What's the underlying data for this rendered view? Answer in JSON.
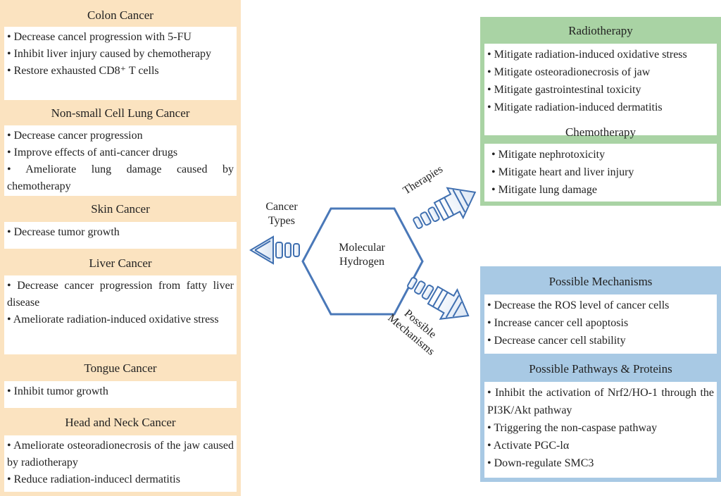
{
  "left": {
    "sections": [
      {
        "title": "Colon Cancer",
        "items": [
          "• Decrease cancel progression with 5-FU",
          "• Inhibit liver injury caused by chemotherapy",
          "• Restore exhausted CD8⁺ T cells"
        ]
      },
      {
        "title": "Non-small Cell Lung Cancer",
        "items": [
          "• Decrease cancer progression",
          "• Improve effects of anti-cancer drugs",
          "• Ameliorate lung damage caused by chemotherapy"
        ]
      },
      {
        "title": "Skin Cancer",
        "items": [
          "• Decrease tumor growth"
        ]
      },
      {
        "title": "Liver Cancer",
        "items": [
          "• Decrease cancer progression from fatty liver disease",
          "• Ameliorate radiation-induced oxidative stress"
        ]
      },
      {
        "title": "Tongue Cancer",
        "items": [
          "• Inhibit tumor growth"
        ]
      },
      {
        "title": "Head and Neck Cancer",
        "items": [
          "• Ameliorate osteoradionecrosis of the jaw caused by radiotherapy",
          "• Reduce radiation-inducecl dermatitis"
        ]
      }
    ]
  },
  "center": {
    "hub_line1": "Molecular",
    "hub_line2": "Hydrogen",
    "cancer_types_line1": "Cancer",
    "cancer_types_line2": "Types",
    "therapies": "Therapies",
    "mech_line1": "Possible",
    "mech_line2": "Mechanisms"
  },
  "therapies": {
    "radiotherapy": {
      "title": "Radiotherapy",
      "items": [
        "• Mitigate radiation-induced oxidative stress",
        "• Mitigate osteoradionecrosis of jaw",
        "• Mitigate gastrointestinal toxicity",
        "• Mitigate radiation-induced dermatitis"
      ]
    },
    "chemotherapy": {
      "title": "Chemotherapy",
      "items": [
        "• Mitigate nephrotoxicity",
        "• Mitigate heart and liver injury",
        "• Mitigate lung damage"
      ]
    }
  },
  "mechanisms": {
    "possible": {
      "title": "Possible Mechanisms",
      "items": [
        "• Decrease the ROS level of cancer cells",
        "• Increase cancer cell apoptosis",
        "• Decrease cancer cell stability"
      ]
    },
    "pathways": {
      "title": "Possible Pathways & Proteins",
      "items": [
        "• Inhibit the activation of Nrf2/HO-1 through the PI3K/Akt pathway",
        "• Triggering the non-caspase pathway",
        "• Activate PGC-lα",
        "• Down-regulate SMC3"
      ]
    }
  },
  "colors": {
    "left_bg": "#fbe3c0",
    "therapy_bg": "#a9d3a4",
    "mechanism_bg": "#a8c9e4",
    "arrow": "#3f6fb0"
  }
}
